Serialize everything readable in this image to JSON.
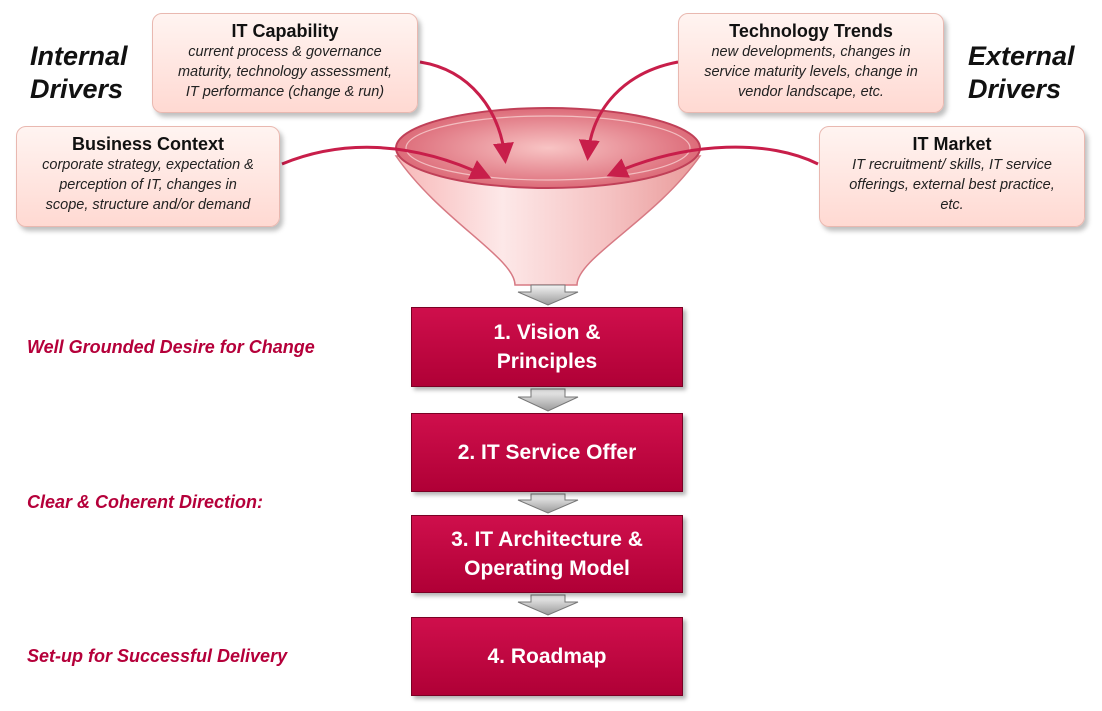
{
  "drivers": {
    "internal_heading": [
      "Internal",
      "Drivers"
    ],
    "external_heading": [
      "External",
      "Drivers"
    ]
  },
  "boxes": {
    "it_capability": {
      "title": "IT Capability",
      "lines": [
        "current process & governance",
        "maturity, technology assessment,",
        "IT performance (change & run)"
      ]
    },
    "technology_trends": {
      "title": "Technology Trends",
      "lines": [
        "new developments, changes in",
        "service maturity levels, change in",
        "vendor landscape, etc."
      ]
    },
    "business_context": {
      "title": "Business Context",
      "lines": [
        "corporate strategy, expectation &",
        "perception of IT, changes in",
        "scope, structure and/or demand"
      ]
    },
    "it_market": {
      "title": "IT Market",
      "lines": [
        "IT recruitment/ skills, IT service",
        "offerings, external best practice,",
        "etc."
      ]
    }
  },
  "steps": [
    {
      "label": "1. Vision &\nPrinciples"
    },
    {
      "label": "2. IT Service Offer"
    },
    {
      "label": "3. IT Architecture &\nOperating Model"
    },
    {
      "label": "4. Roadmap"
    }
  ],
  "outcomes": [
    {
      "label": "Well Grounded Desire for Change"
    },
    {
      "label": "Clear & Coherent Direction:"
    },
    {
      "label": "Set-up for Successful Delivery"
    }
  ],
  "colors": {
    "accent": "#c00040",
    "box_fill": "#ffe3dd",
    "funnel": "#f2a6a6"
  }
}
